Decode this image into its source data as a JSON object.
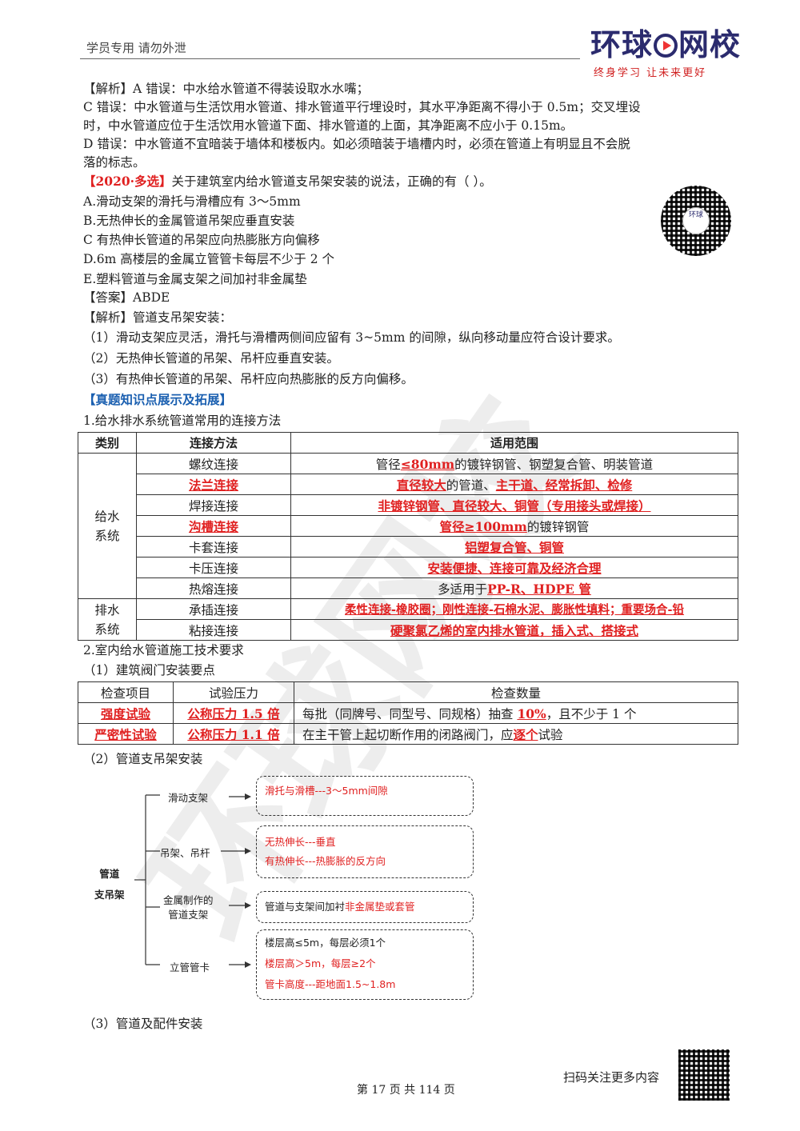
{
  "header": {
    "left_text": "学员专用 请勿外泄",
    "logo_a": "环球",
    "logo_b": "网校",
    "slogan": "终身学习 让未来更好"
  },
  "watermark": "环球网校",
  "analysis1": {
    "l1": "【解析】A 错误：中水给水管道不得装设取水水嘴；",
    "l2": "C 错误：中水管道与生活饮用水管道、排水管道平行埋设时，其水平净距离不得小于 0.5m；交叉埋设",
    "l3": "时，中水管道应位于生活饮用水管道下面、排水管道的上面，其净距离不应小于 0.15m。",
    "l4": "D 错误：中水管道不宜暗装于墙体和楼板内。如必须暗装于墙槽内时，必须在管道上有明显且不会脱",
    "l5": "落的标志。"
  },
  "question": {
    "tag": "【2020·多选】",
    "stem": "关于建筑室内给水管道支吊架安装的说法，正确的有（ ）。",
    "options": [
      "A.滑动支架的滑托与滑槽应有 3～5mm",
      "B.无热伸长的金属管道吊架应垂直安装",
      "C 有热伸长管道的吊架应向热膨胀方向偏移",
      "D.6m 高楼层的金属立管管卡每层不少于 2 个",
      "E.塑料管道与金属支架之间加衬非金属垫"
    ],
    "answer": "【答案】ABDE",
    "analysis_title": "【解析】管道支吊架安装：",
    "analysis": [
      "（1）滑动支架应灵活，滑托与滑槽两侧间应留有 3~5mm 的间隙，纵向移动量应符合设计要求。",
      "（2）无热伸长管道的吊架、吊杆应垂直安装。",
      "（3）有热伸长管道的吊架、吊杆应向热膨胀的反方向偏移。"
    ]
  },
  "section_title": "【真题知识点展示及拓展】",
  "s1_title": "1.给水排水系统管道常用的连接方法",
  "table1": {
    "headers": [
      "类别",
      "连接方法",
      "适用范围"
    ],
    "cat1": "给水系统",
    "cat2": "排水系统",
    "rows": [
      {
        "m": "螺纹连接",
        "a": "管径",
        "b": "≤80mm",
        "c": "的镀锌钢管、钢塑复合管、明装管道"
      },
      {
        "m": "法兰连接",
        "a": "直径较大",
        "b": "的管道、",
        "c": "主干道、经常拆卸、检修"
      },
      {
        "m": "焊接连接",
        "a": "非镀锌钢管、直径较大、铜管（专用接头或焊接）",
        "b": "",
        "c": ""
      },
      {
        "m": "沟槽连接",
        "a": "管径≥100mm",
        "b": "的镀锌钢管",
        "c": ""
      },
      {
        "m": "卡套连接",
        "a": "铝塑复合管、铜管",
        "b": "",
        "c": ""
      },
      {
        "m": "卡压连接",
        "a": "安装便捷、连接可靠及经济合理",
        "b": "",
        "c": ""
      },
      {
        "m": "热熔连接",
        "a": "多适用于",
        "b": "PP-R、HDPE 管",
        "c": ""
      },
      {
        "m": "承插连接",
        "a": "柔性连接-橡胶圈；刚性连接-石棉水泥、膨胀性填料；重要场合-铅",
        "b": "",
        "c": ""
      },
      {
        "m": "粘接连接",
        "a": "硬聚氯乙烯的室内排水管道，插入式、搭接式",
        "b": "",
        "c": ""
      }
    ]
  },
  "s2_title": "2.室内给水管道施工技术要求",
  "s2_sub1": "（1）建筑阀门安装要点",
  "table2": {
    "headers": [
      "检查项目",
      "试验压力",
      "检查数量"
    ],
    "r1": {
      "item": "强度试验",
      "p": "公称压力 1.5 倍",
      "q_a": "每批（同牌号、同型号、同规格）抽查 ",
      "q_b": "10%",
      "q_c": "，且不少于 1 个"
    },
    "r2": {
      "item": "严密性试验",
      "p": "公称压力 1.1 倍",
      "q_a": "在主干管上起切断作用的闭路阀门，应",
      "q_b": "逐个",
      "q_c": "试验"
    }
  },
  "s2_sub2": "（2）管道支吊架安装",
  "diagram": {
    "root_a": "管道",
    "root_b": "支吊架",
    "n1": "滑动支架",
    "n2": "吊架、吊杆",
    "n3a": "金属制作的",
    "n3b": "管道支架",
    "n4": "立管管卡",
    "b1": "滑托与滑槽---3～5mm间隙",
    "b2a": "无热伸长---垂直",
    "b2b": "有热伸长---热膨胀的反方向",
    "b3a": "管道与支架间加衬",
    "b3b": "非金属垫或套管",
    "b4a": "楼层高≤5m，每层必须1个",
    "b4b": "楼层高＞5m，每层≥2个",
    "b4c": "管卡高度---距地面1.5~1.8m"
  },
  "s2_sub3": "（3）管道及配件安装",
  "footer": {
    "page": "第 17 页 共 114 页",
    "scan": "扫码关注更多内容"
  }
}
